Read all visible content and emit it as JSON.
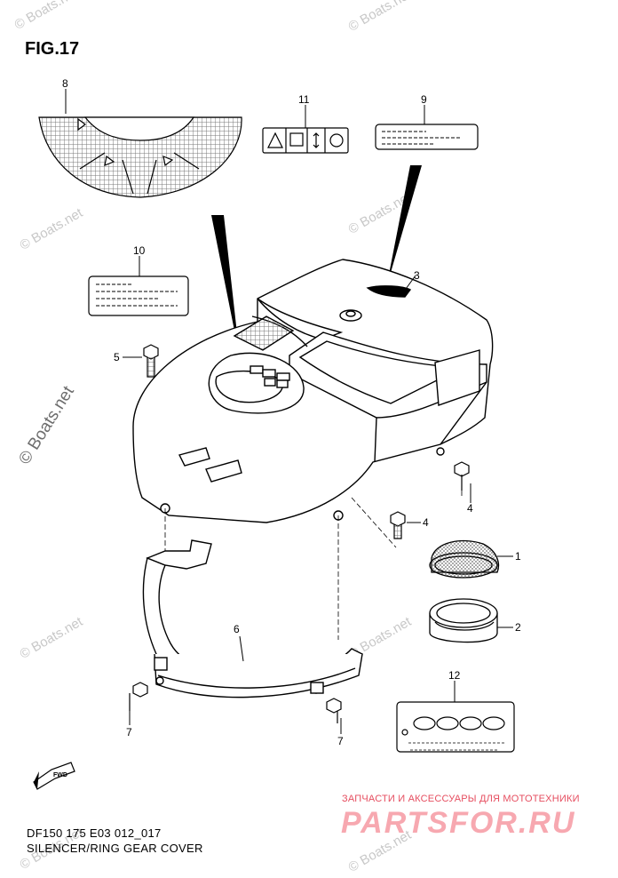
{
  "figure": {
    "title": "FIG.17"
  },
  "parts": [
    {
      "ref": "1"
    },
    {
      "ref": "2"
    },
    {
      "ref": "3"
    },
    {
      "ref": "4"
    },
    {
      "ref": "4"
    },
    {
      "ref": "5"
    },
    {
      "ref": "6"
    },
    {
      "ref": "7"
    },
    {
      "ref": "7"
    },
    {
      "ref": "8"
    },
    {
      "ref": "9"
    },
    {
      "ref": "10"
    },
    {
      "ref": "11"
    },
    {
      "ref": "12"
    }
  ],
  "watermark": {
    "text": "© Boats.net"
  },
  "footer": {
    "code": "DF150 175 E03 012_017",
    "caption": "SILENCER/RING GEAR COVER"
  },
  "direction": {
    "label": "FWD"
  },
  "shop": {
    "tagline": "ЗАПЧАСТИ И АКСЕССУАРЫ ДЛЯ МОТОТЕХНИКИ",
    "logo": "PARTSFOR.RU"
  }
}
